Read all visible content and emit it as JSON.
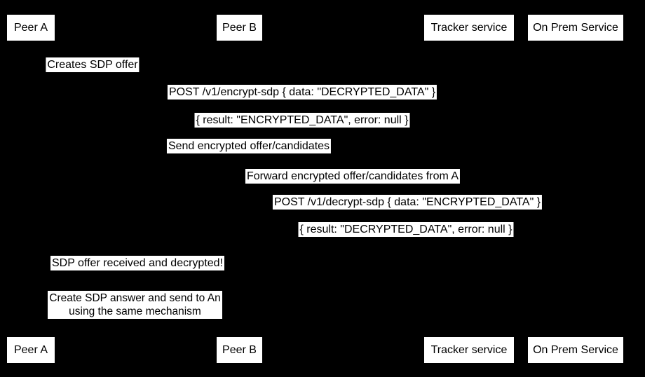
{
  "diagram_type": "sequence-diagram",
  "colors": {
    "background": "#000000",
    "box_fill": "#ffffff",
    "box_text": "#000000"
  },
  "participants": [
    {
      "id": "peer-a",
      "label": "Peer A"
    },
    {
      "id": "peer-b",
      "label": "Peer B"
    },
    {
      "id": "tracker",
      "label": "Tracker service"
    },
    {
      "id": "onprem",
      "label": "On Prem Service"
    }
  ],
  "messages": [
    {
      "text": "Creates SDP offer"
    },
    {
      "text": "POST /v1/encrypt-sdp { data: \"DECRYPTED_DATA\" }"
    },
    {
      "text": "{ result: \"ENCRYPTED_DATA\", error: null }"
    },
    {
      "text": "Send encrypted offer/candidates"
    },
    {
      "text": "Forward encrypted offer/candidates from A"
    },
    {
      "text": "POST /v1/decrypt-sdp { data: \"ENCRYPTED_DATA\" }"
    },
    {
      "text": "{ result: \"DECRYPTED_DATA\", error: null }"
    },
    {
      "text": "SDP offer received and decrypted!"
    }
  ],
  "note": {
    "line1": "Create SDP answer and send to An",
    "line2": "using the same mechanism"
  }
}
